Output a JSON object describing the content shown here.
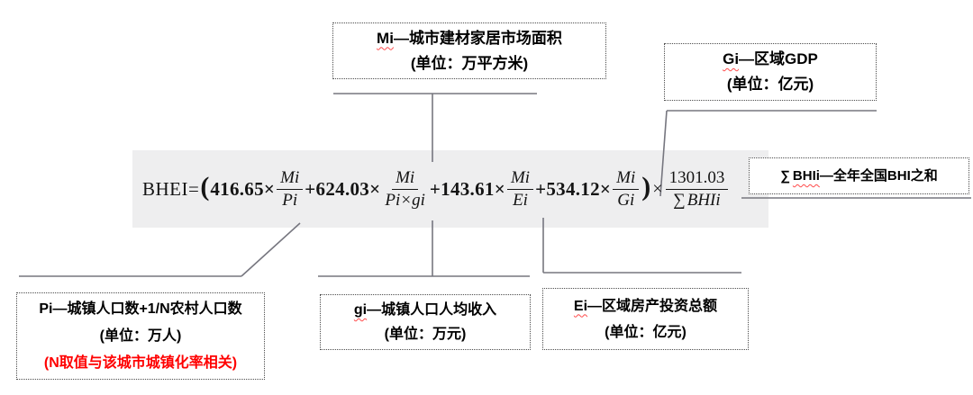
{
  "formula": {
    "lhs": "BHEI=",
    "open_paren": "(",
    "terms": [
      {
        "prefix": "416.65×",
        "num": "Mi",
        "den": "Pi"
      },
      {
        "prefix": "+624.03×",
        "num": "Mi",
        "den": "Pi×gi"
      },
      {
        "prefix": "+143.61×",
        "num": "Mi",
        "den": "Ei"
      },
      {
        "prefix": "+534.12×",
        "num": "Mi",
        "den": "Gi"
      }
    ],
    "close_paren": ")",
    "times": "×",
    "scale": {
      "num": "1301.03",
      "den_sigma": "∑",
      "den_var": "BHIi"
    }
  },
  "callouts": {
    "mi": {
      "term": "Mi",
      "desc": "—城市建材家居市场面积",
      "unit": "(单位：万平方米)"
    },
    "gi_region": {
      "term": "Gi",
      "desc": "—区域GDP",
      "unit": "(单位：亿元)"
    },
    "sum_bhi": {
      "sigma": "∑",
      "term": "BHIi",
      "desc": "—全年全国BHI之和"
    },
    "pi": {
      "term": "Pi",
      "desc": "—城镇人口数+1/N农村人口数",
      "unit": "(单位：万人)",
      "note": "(N取值与该城市城镇化率相关)"
    },
    "gi_income": {
      "term": "gi",
      "desc": "—城镇人口人均收入",
      "unit": "(单位：万元)"
    },
    "ei": {
      "term": "Ei",
      "desc": "—区域房产投资总额",
      "unit": "(单位：亿元)"
    }
  },
  "colors": {
    "highlight_bg": "#eeeeef",
    "connector": "#76767f",
    "note_red": "#ff0000",
    "misspell_red": "#ff4a4a"
  }
}
